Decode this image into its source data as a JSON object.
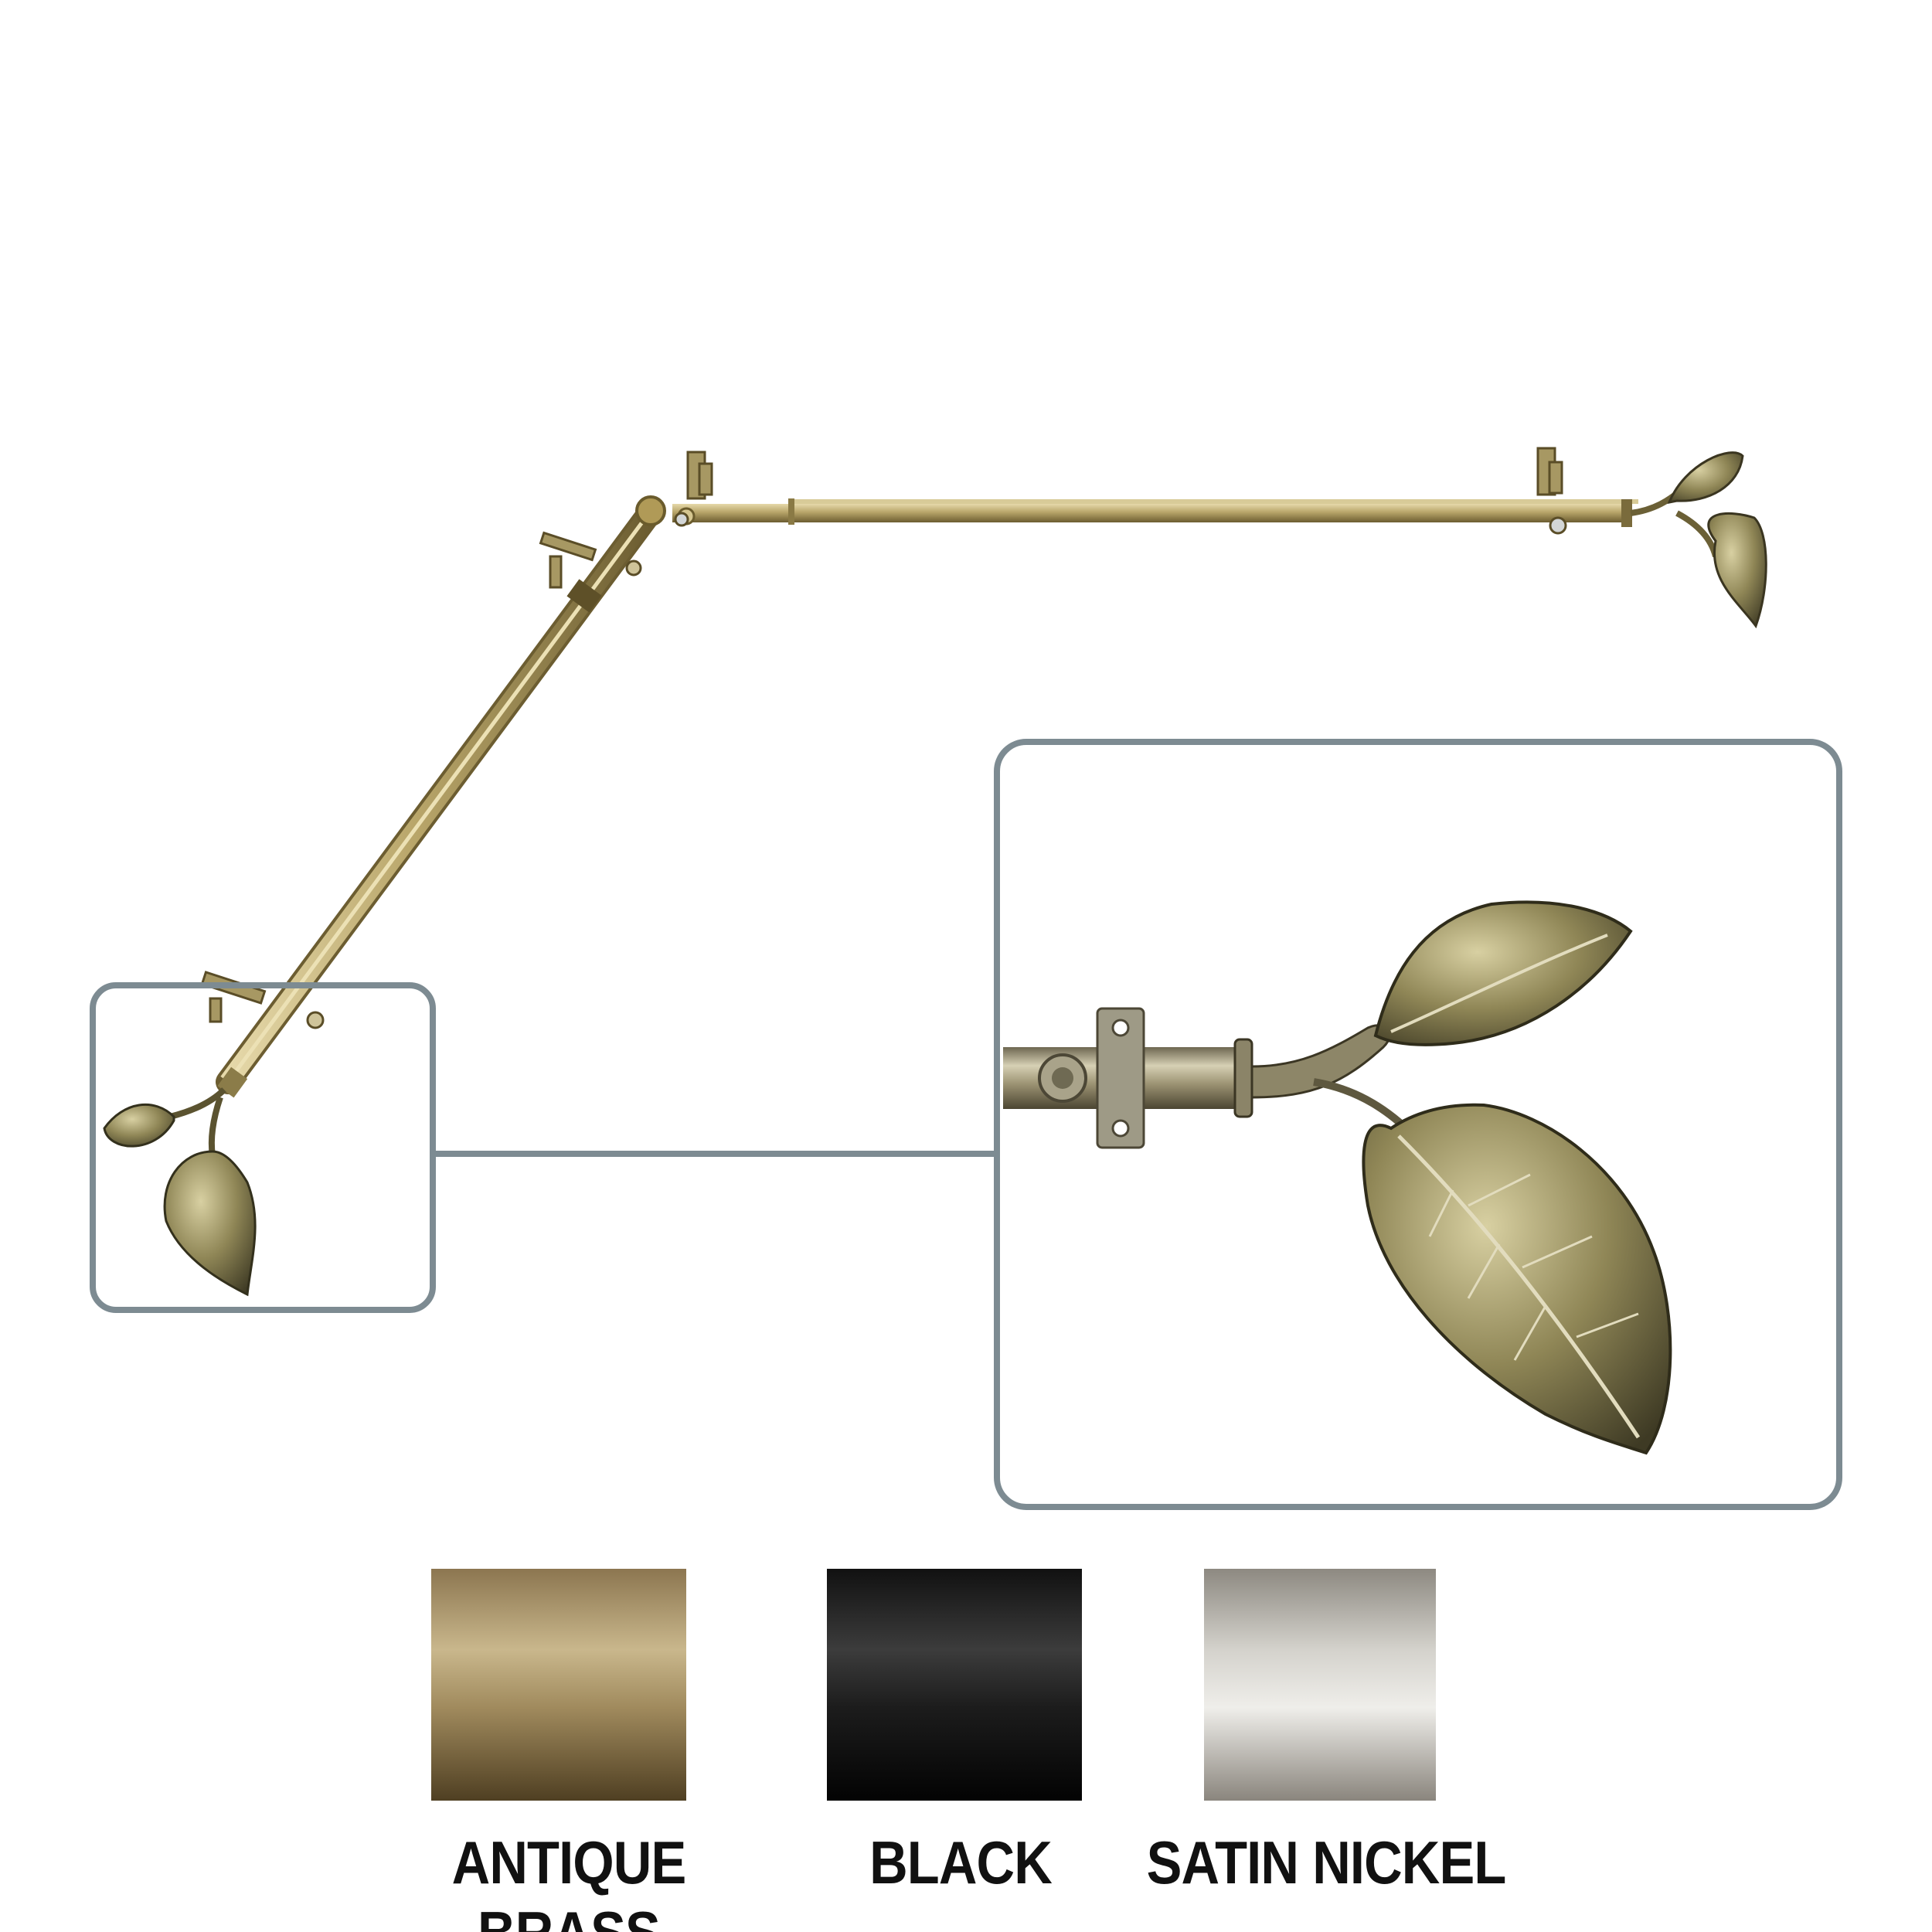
{
  "product": {
    "finish": "Antique Brass",
    "colors": {
      "frame": "#7d8b92",
      "brass": "#b7a36a",
      "brass_dark": "#6f6136"
    }
  },
  "swatches": [
    {
      "label": "ANTIQUE BRASS",
      "color_top": "#a48c5f",
      "color_mid": "#c7b58a",
      "color_bottom": "#5e4c2b"
    },
    {
      "label": "BLACK",
      "color_top": "#1a1a1a",
      "color_mid": "#3a3a3a",
      "color_bottom": "#050505"
    },
    {
      "label": "SATIN NICKEL",
      "color_top": "#a7a39c",
      "color_mid": "#e7e5e0",
      "color_bottom": "#8f8a82"
    }
  ]
}
